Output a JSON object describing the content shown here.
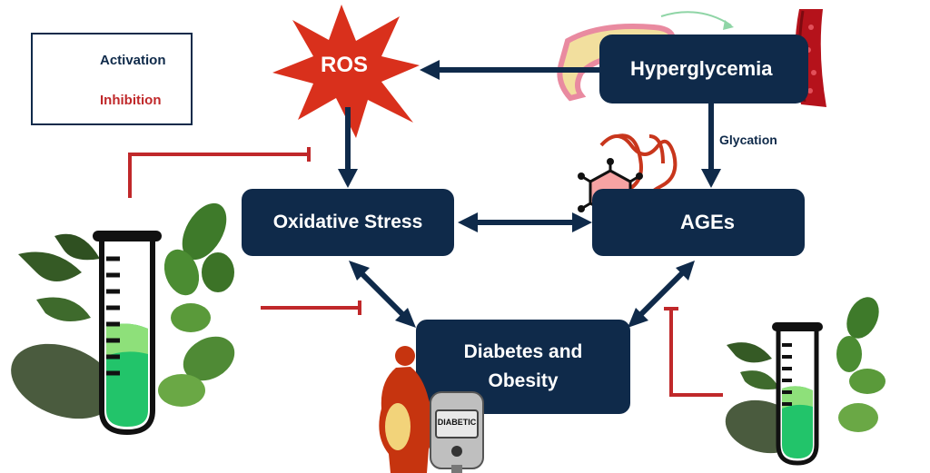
{
  "legend": {
    "activation": "Activation",
    "inhibition": "Inhibition"
  },
  "nodes": {
    "ros": "ROS",
    "hyperglycemia": "Hyperglycemia",
    "oxidative_stress": "Oxidative Stress",
    "ages": "AGEs",
    "diabetes_line1": "Diabetes and",
    "diabetes_line2": "Obesity"
  },
  "edges": {
    "glycation": "Glycation"
  },
  "device": {
    "screen_text": "DIABETIC"
  },
  "colors": {
    "node_fill": "#0f2a4a",
    "activation_arrow": "#0f2a4a",
    "inhibition_line": "#c0282a",
    "ros_star": "#d9301c",
    "tube_liquid": "#22c46a"
  },
  "icons": [
    "ros-starburst-icon",
    "pancreas-icon",
    "blood-vessel-icon",
    "protein-structure-icon",
    "hexagon-molecule-icon",
    "obese-person-icon",
    "glucometer-icon",
    "test-tube-icon",
    "plant-leaves-icon"
  ]
}
